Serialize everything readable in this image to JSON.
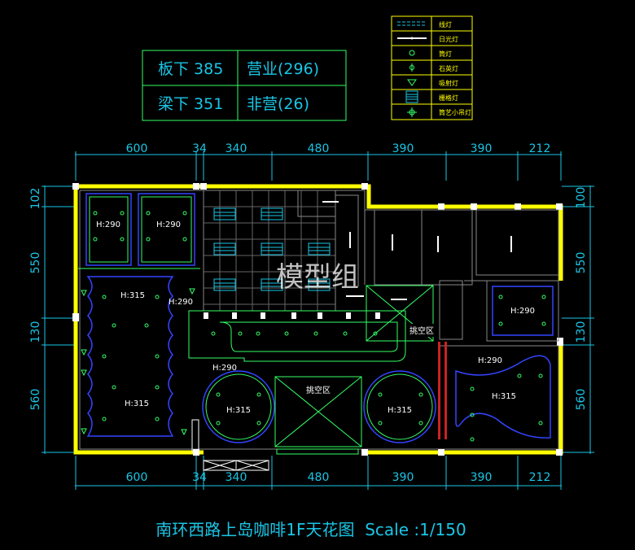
{
  "summary": {
    "r1c1": "板下 385",
    "r1c2": "营业(296)",
    "r2c1": "梁下 351",
    "r2c2": "非营(26)"
  },
  "legend": [
    {
      "label": "线灯",
      "icon": "line-light-icon"
    },
    {
      "label": "日光灯",
      "icon": "fluorescent-light-icon"
    },
    {
      "label": "筒灯",
      "icon": "downlight-icon"
    },
    {
      "label": "石英灯",
      "icon": "quartz-light-icon"
    },
    {
      "label": "吸射灯",
      "icon": "spot-light-icon"
    },
    {
      "label": "栅格灯",
      "icon": "grille-light-icon"
    },
    {
      "label": "筒艺小吊灯",
      "icon": "pendant-light-icon"
    }
  ],
  "dims_top": [
    "600",
    "34",
    "340",
    "480",
    "390",
    "390",
    "212"
  ],
  "dims_bottom": [
    "600",
    "34",
    "340",
    "480",
    "390",
    "390",
    "212"
  ],
  "dims_left": [
    "102",
    "550",
    "130",
    "560"
  ],
  "dims_right": [
    "100",
    "550",
    "130",
    "560"
  ],
  "rooms": {
    "h290_a": "H:290",
    "h290_b": "H:290",
    "h315_long": "H:315",
    "h290_side": "H:290",
    "h315_long2": "H:315",
    "h290_bar": "H:290",
    "h315_circle1": "H:315",
    "h315_circle2": "H:315",
    "h290_right": "H:290",
    "h290_rb": "H:290",
    "h315_right": "H:315"
  },
  "void1": "挑空区",
  "void2": "挑空区",
  "watermark": "模型组",
  "title": "南环西路上岛咖啡1F天花图  Scale :1/150",
  "colors": {
    "wall": "#ffff00",
    "dim": "#19c6e6",
    "line": "#00ff66",
    "room": "#3344ff",
    "text": "#ffffff"
  }
}
